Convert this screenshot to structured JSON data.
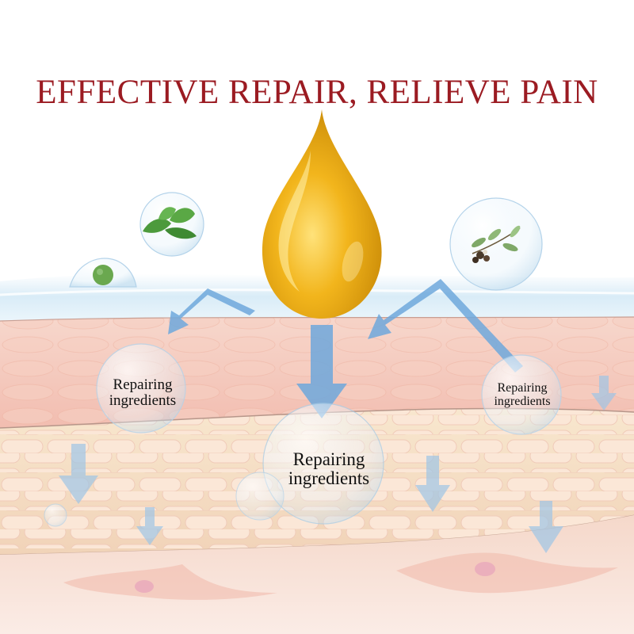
{
  "headline": "EFFECTIVE REPAIR, RELIEVE PAIN",
  "labels": {
    "left": [
      "Repairing",
      "ingredients"
    ],
    "center": [
      "Repairing",
      "ingredients"
    ],
    "right": [
      "Repairing",
      "ingredients"
    ]
  },
  "colors": {
    "headline": "#9b1b22",
    "oil_drop": "#f2b51c",
    "arrow": "#6fa8dc",
    "skin_surface": "#d9ecf7",
    "epidermis": "#f4c7b8",
    "dermis": "#f8e2c4",
    "deep_layer": "#f4d3c6"
  },
  "icons": {
    "drop": "oil-drop-icon",
    "mint": "mint-leaf-icon",
    "herb_ball": "herb-ball-icon",
    "branch": "herb-branch-icon"
  }
}
